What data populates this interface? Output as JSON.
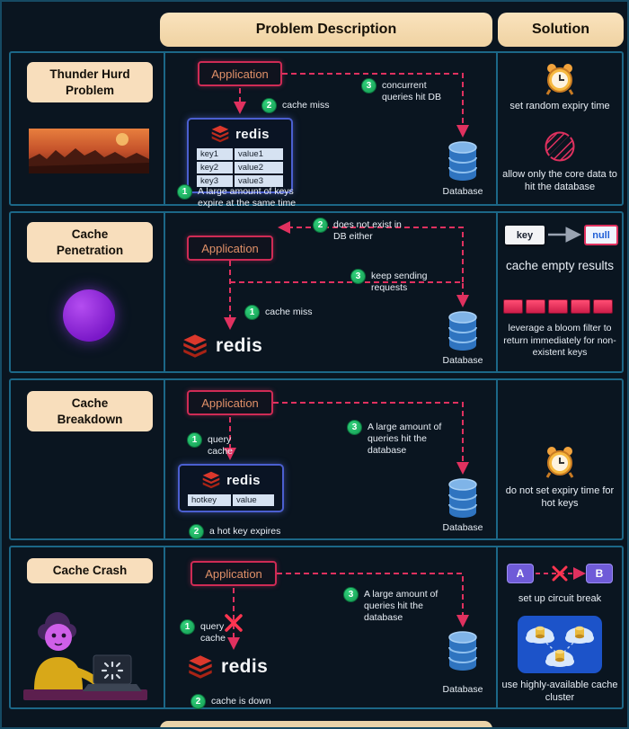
{
  "header": {
    "problem_col": "Problem Description",
    "solution_col": "Solution"
  },
  "labels": {
    "application": "Application",
    "redis": "redis",
    "database": "Database"
  },
  "badges": {
    "b1": "1",
    "b2": "2",
    "b3": "3"
  },
  "rows": [
    {
      "title": "Thunder Hurd Problem",
      "steps": {
        "s1": "A large amount of keys expire at the same time",
        "s2": "cache miss",
        "s3": "concurrent queries hit DB"
      },
      "table": [
        [
          "key1",
          "value1"
        ],
        [
          "key2",
          "value2"
        ],
        [
          "key3",
          "value3"
        ]
      ],
      "solution": {
        "line1": "set random expiry time",
        "line2": "allow only the core data to hit the database"
      }
    },
    {
      "title": "Cache Penetration",
      "steps": {
        "s1": "cache miss",
        "s2": "does not exist in DB either",
        "s3": "keep sending requests"
      },
      "solution": {
        "key_label": "key",
        "null_label": "null",
        "headline": "cache empty results",
        "note": "leverage a bloom filter to return immediately for non-existent keys"
      }
    },
    {
      "title": "Cache Breakdown",
      "steps": {
        "s1": "query cache",
        "s2": "a hot key expires",
        "s3": "A large amount of queries hit the database"
      },
      "table": [
        [
          "hotkey",
          "value"
        ]
      ],
      "solution": {
        "line1": "do not set expiry time for hot keys"
      }
    },
    {
      "title": "Cache Crash",
      "steps": {
        "s1": "query cache",
        "s2": "cache is down",
        "s3": "A large amount of queries hit the database"
      },
      "solution": {
        "node_a": "A",
        "node_b": "B",
        "line1": "set up circuit break",
        "line2": "use highly-available cache cluster"
      }
    }
  ],
  "icons": [
    "alarm-clock-icon",
    "striped-circle-icon",
    "database-icon",
    "redis-logo-icon",
    "bloom-filter-blocks",
    "cloud-cluster-icon",
    "x-mark-icon",
    "herd-illustration",
    "planet-illustration",
    "person-illustration"
  ],
  "colors": {
    "background": "#0a1520",
    "border_teal": "#1c6787",
    "cream": "#f8debc",
    "arrow_pink": "#e0315f",
    "badge_green": "#1fb363",
    "db_blue": "#2f74c0",
    "redis_red": "#dc382c",
    "purple_node": "#6f5bd8",
    "app_text": "#e09068"
  }
}
